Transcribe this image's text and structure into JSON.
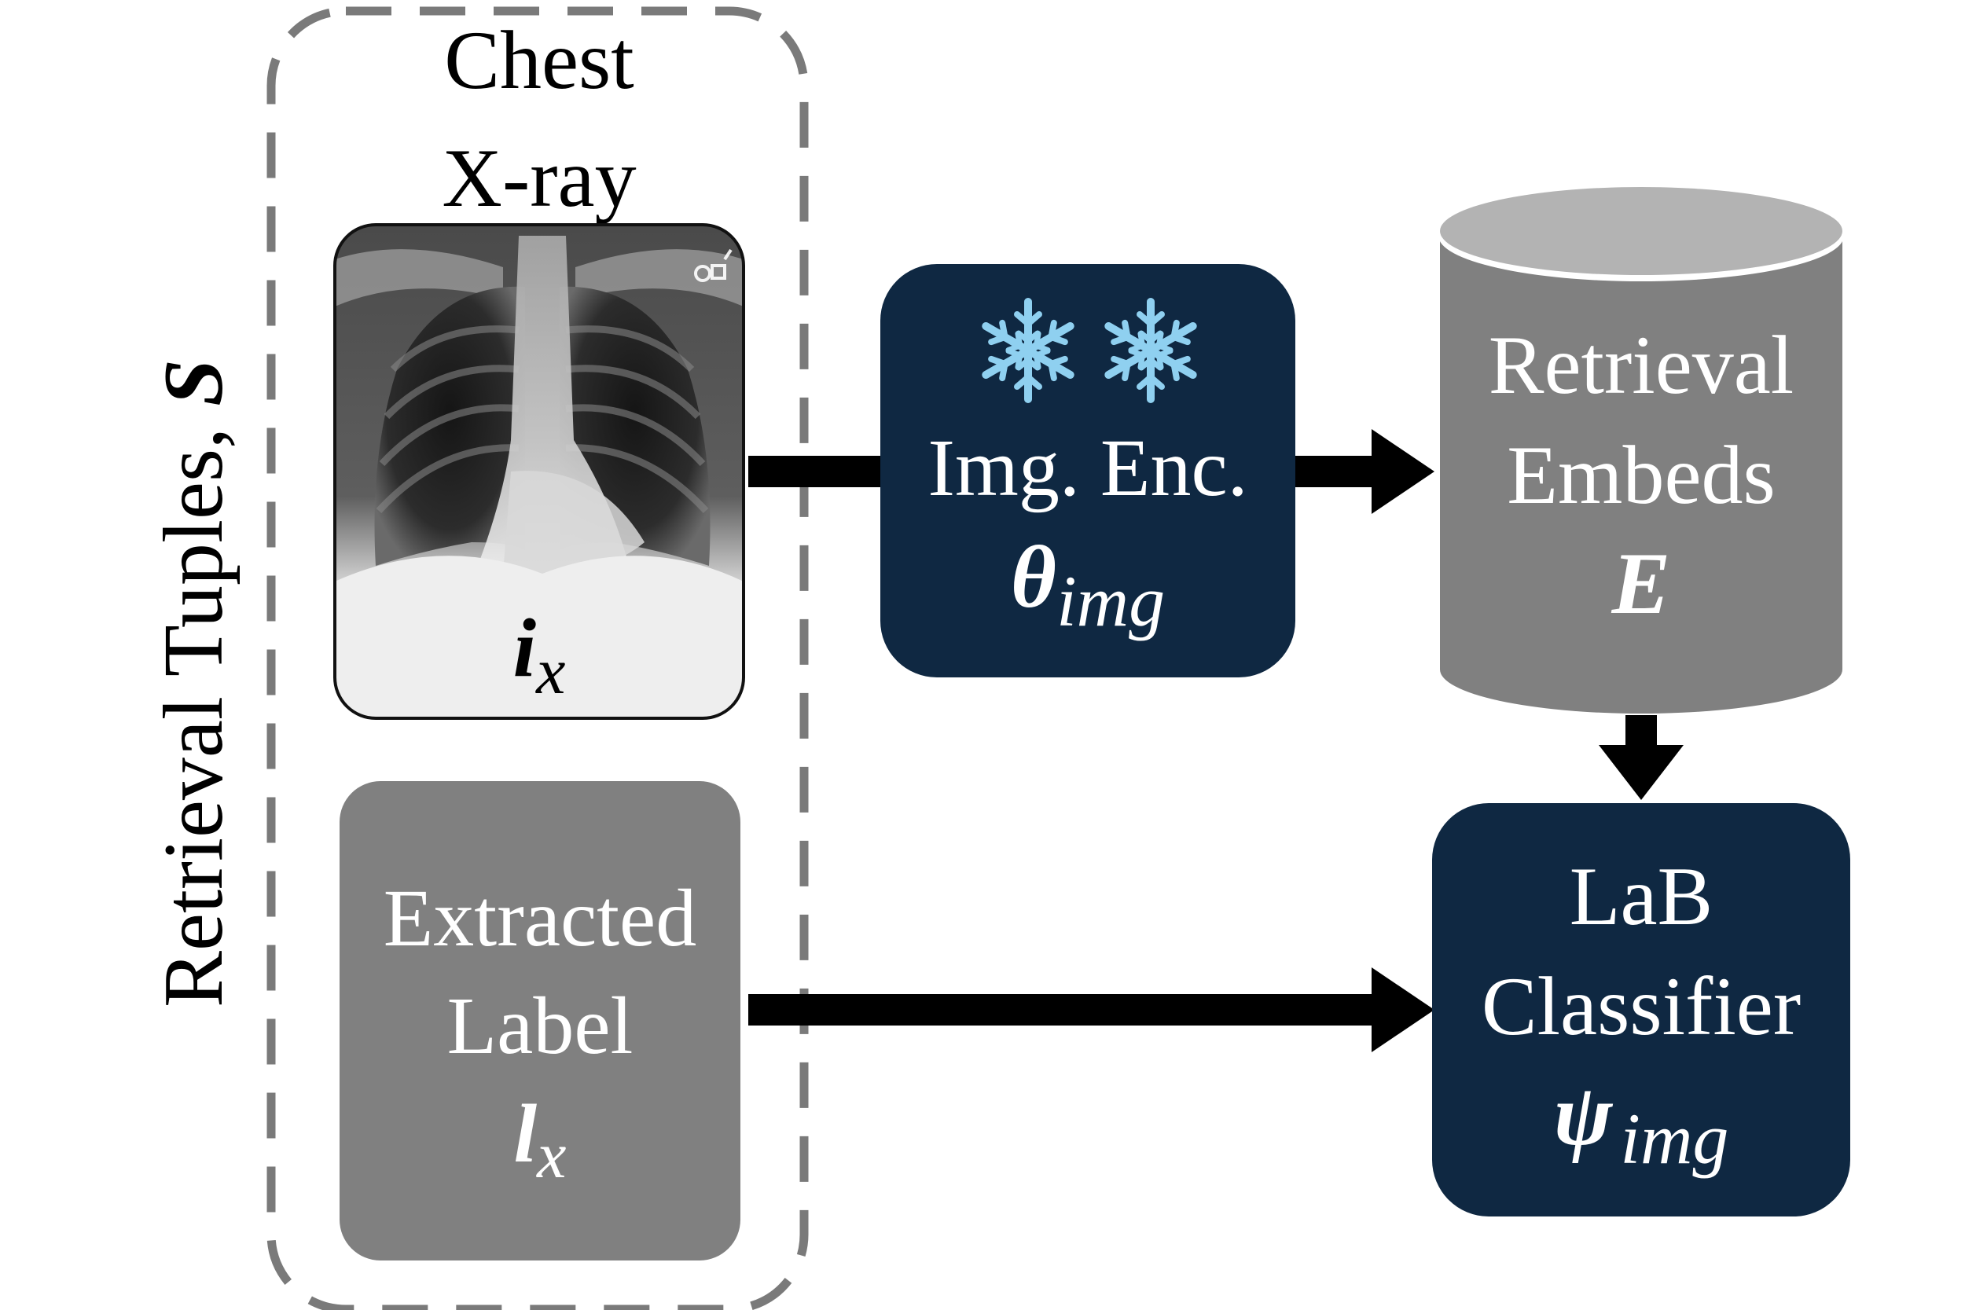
{
  "group": {
    "vertical_label": "Retrieval Tuples, ",
    "vertical_symbol": "S",
    "title_line1": "Chest",
    "title_line2": "X-ray"
  },
  "xray": {
    "symbol_main": "i",
    "symbol_sub": "x"
  },
  "label_box": {
    "line1": "Extracted",
    "line2": "Label",
    "symbol_main": "l",
    "symbol_sub": "x"
  },
  "encoder": {
    "line1": "Img. Enc.",
    "symbol_main": "θ",
    "symbol_sub": "img",
    "frozen_icons": [
      "snowflake-icon",
      "snowflake-icon"
    ]
  },
  "database": {
    "line1": "Retrieval",
    "line2": "Embeds",
    "symbol": "E"
  },
  "classifier": {
    "line1": "LaB",
    "line2": "Classifier",
    "symbol_main": "ψ",
    "symbol_sub": "img"
  },
  "colors": {
    "navy": "#0f2842",
    "gray_box": "#808080",
    "gray_dash": "#7a7a7a",
    "cyl_top": "#b3b3b3",
    "snowflake": "#8fd0f0",
    "arrow": "#000000",
    "white_text": "#ffffff"
  }
}
